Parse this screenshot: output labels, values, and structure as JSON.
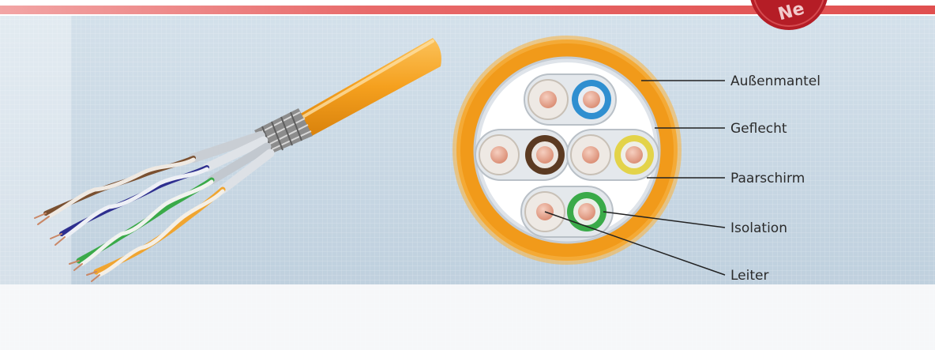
{
  "labels": {
    "outer_jacket": "Außenmantel",
    "braid": "Geflecht",
    "pair_shield": "Paarschirm",
    "insulation": "Isolation",
    "conductor": "Leiter"
  },
  "badge": {
    "text": "Ne"
  },
  "colors": {
    "top_bar": "#e86a6a",
    "panel_bg": "#c9d8e4",
    "jacket": "#f5a01e",
    "copper": "#e8a58f",
    "pair_blue": "#2f8fd0",
    "pair_brown": "#5b3a22",
    "pair_yellow": "#e3d34a",
    "pair_green": "#3aaa49",
    "badge": "#b51d26"
  }
}
